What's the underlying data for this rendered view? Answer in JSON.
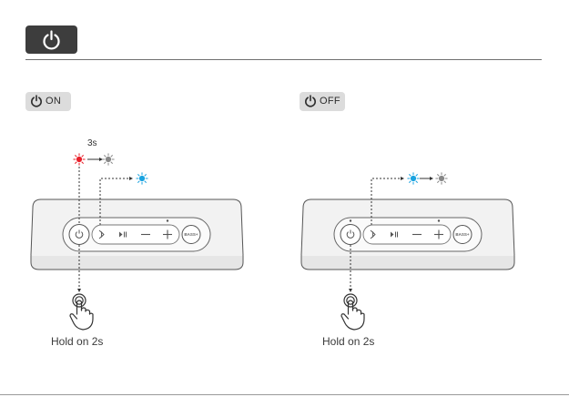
{
  "header": {
    "icon": "power-icon"
  },
  "panels": [
    {
      "mode_label": "ON",
      "timer_label": "3s",
      "hold_label": "Hold on 2s",
      "led_sequence_power": [
        "red",
        "gray"
      ],
      "led_sequence_bluetooth": [
        "blue"
      ]
    },
    {
      "mode_label": "OFF",
      "timer_label": "",
      "hold_label": "Hold on 2s",
      "led_sequence_bluetooth": [
        "blue",
        "gray"
      ]
    }
  ],
  "speaker": {
    "buttons": [
      "power",
      "bluetooth",
      "play-pause",
      "minus",
      "plus"
    ],
    "bass_label": "BASS+"
  },
  "colors": {
    "led_red": "#e8202a",
    "led_blue": "#1aa3e0",
    "led_gray": "#888888",
    "header_badge": "#3d3d3d",
    "pill_bg": "#dcdcdc"
  }
}
